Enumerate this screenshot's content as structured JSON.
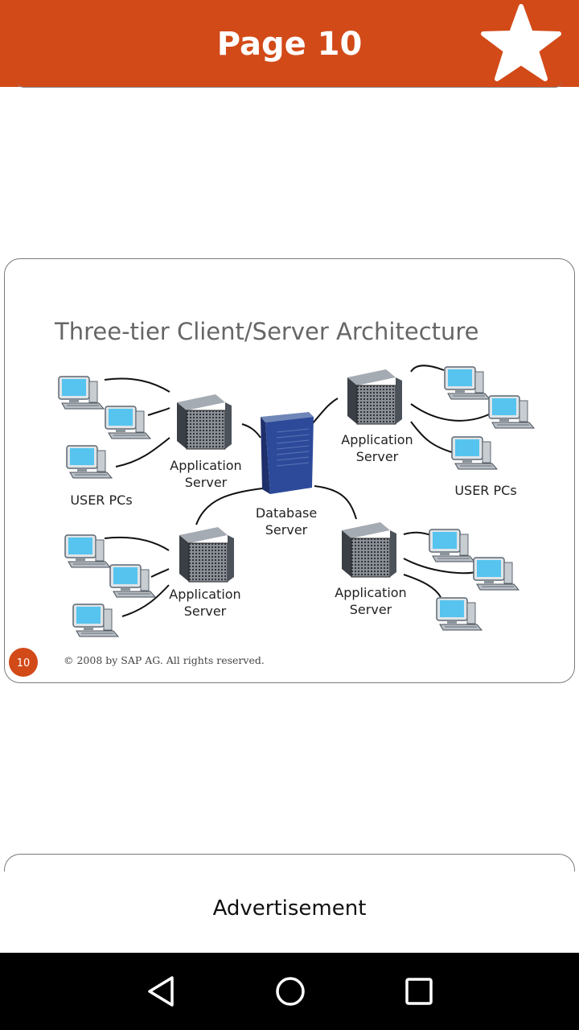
{
  "header": {
    "title": "Page 10",
    "favorite_icon": "star-icon"
  },
  "slide": {
    "title": "Three-tier Client/Server Architecture",
    "labels": {
      "app_server_line1": "Application",
      "app_server_line2": "Server",
      "db_server_line1": "Database",
      "db_server_line2": "Server",
      "user_pcs": "USER PCs"
    },
    "page_number": "10",
    "copyright": "© 2008 by SAP AG. All rights reserved."
  },
  "ad": {
    "label": "Advertisement"
  },
  "navigation": {
    "back_icon": "back-triangle-icon",
    "home_icon": "home-circle-icon",
    "recents_icon": "recents-square-icon"
  },
  "colors": {
    "app_bar": "#d24a18",
    "page_badge": "#d24a18",
    "monitor_screen": "#56c4ee"
  }
}
